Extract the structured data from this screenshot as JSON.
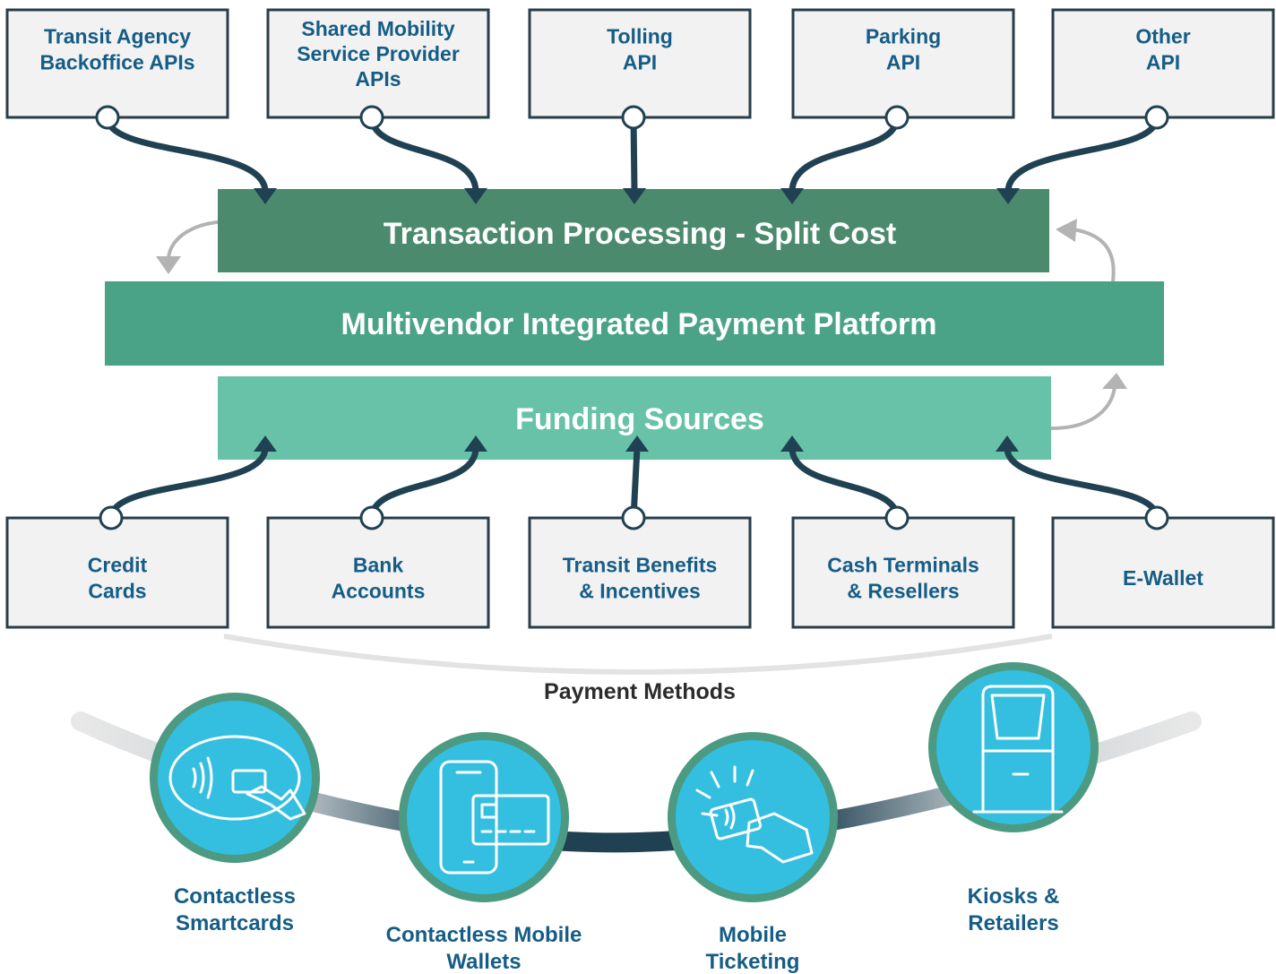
{
  "colors": {
    "box_fill": "#f2f2f2",
    "box_border": "#2a3d48",
    "label_blue": "#155d86",
    "connector": "#1f4152",
    "transaction_bar": "#4b8a6c",
    "platform_bar": "#4aa387",
    "funding_bar": "#68c2a8",
    "method_circle": "#34bfe0",
    "method_ring": "#4c9a82"
  },
  "top_boxes": [
    {
      "id": "transit-agency-backoffice",
      "lines": [
        "Transit Agency",
        "Backoffice APIs"
      ]
    },
    {
      "id": "shared-mobility",
      "lines": [
        "Shared Mobility",
        "Service Provider",
        "APIs"
      ]
    },
    {
      "id": "tolling",
      "lines": [
        "Tolling",
        "API"
      ]
    },
    {
      "id": "parking",
      "lines": [
        "Parking",
        "API"
      ]
    },
    {
      "id": "other",
      "lines": [
        "Other",
        "API"
      ]
    }
  ],
  "bars": {
    "transaction": "Transaction Processing - Split Cost",
    "platform": "Multivendor Integrated Payment Platform",
    "funding": "Funding Sources"
  },
  "bottom_boxes": [
    {
      "id": "credit-cards",
      "lines": [
        "Credit",
        "Cards"
      ]
    },
    {
      "id": "bank-accounts",
      "lines": [
        "Bank",
        "Accounts"
      ]
    },
    {
      "id": "transit-benefits",
      "lines": [
        "Transit Benefits",
        "& Incentives"
      ]
    },
    {
      "id": "cash-terminals",
      "lines": [
        "Cash Terminals",
        "& Resellers"
      ]
    },
    {
      "id": "e-wallet",
      "lines": [
        "E-Wallet"
      ]
    }
  ],
  "payment_methods_title": "Payment Methods",
  "payment_methods": [
    {
      "id": "contactless-smartcards",
      "icon": "contactless-card-tap-icon",
      "lines": [
        "Contactless",
        "Smartcards"
      ]
    },
    {
      "id": "contactless-mobile-wallets",
      "icon": "phone-card-icon",
      "lines": [
        "Contactless Mobile",
        "Wallets"
      ]
    },
    {
      "id": "mobile-ticketing",
      "icon": "hand-card-tap-icon",
      "lines": [
        "Mobile",
        "Ticketing"
      ]
    },
    {
      "id": "kiosks-retailers",
      "icon": "kiosk-icon",
      "lines": [
        "Kiosks &",
        "Retailers"
      ]
    }
  ]
}
